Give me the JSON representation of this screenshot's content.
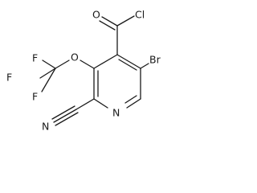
{
  "molecule": {
    "atoms": {
      "cl": "Cl",
      "o_carbonyl": "O",
      "br": "Br",
      "o_ether": "O",
      "f_top": "F",
      "f_left": "F",
      "f_bottom": "F",
      "n_ring": "N",
      "n_nitrile": "N"
    }
  }
}
